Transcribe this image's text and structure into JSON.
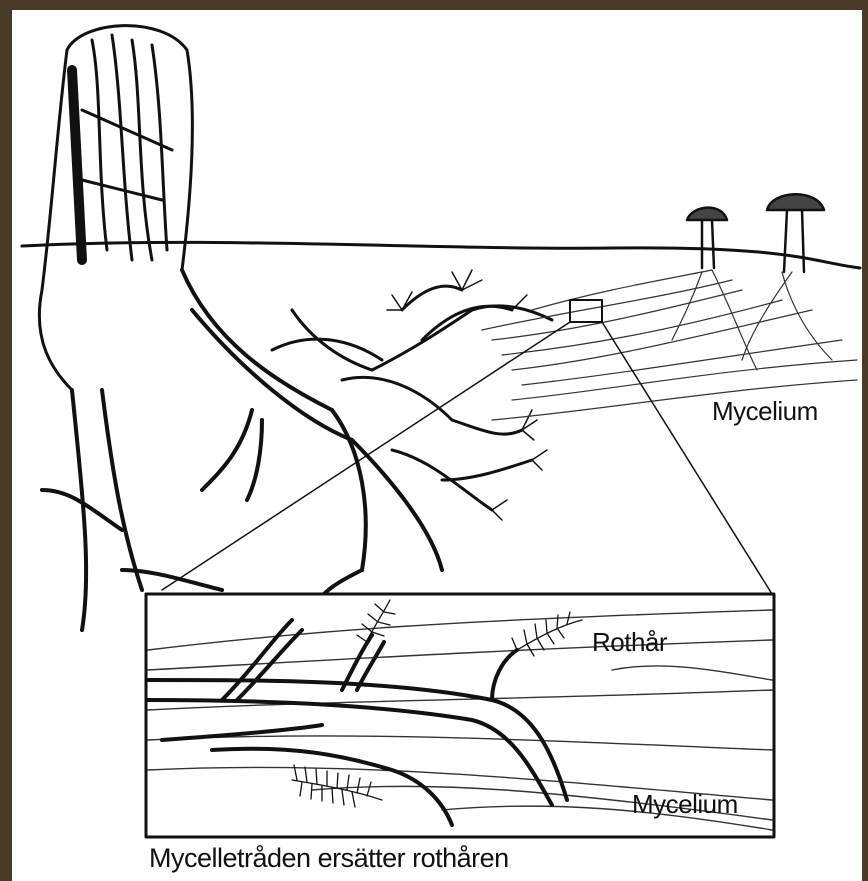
{
  "labels": {
    "mycelium_top": "Mycelium",
    "root_hair": "Rothår",
    "mycelium_inset": "Mycelium",
    "caption": "Mycelletråden ersätter rothåren"
  },
  "colors": {
    "background": "#4a3a28",
    "paper": "#ffffff",
    "ink": "#111111"
  }
}
